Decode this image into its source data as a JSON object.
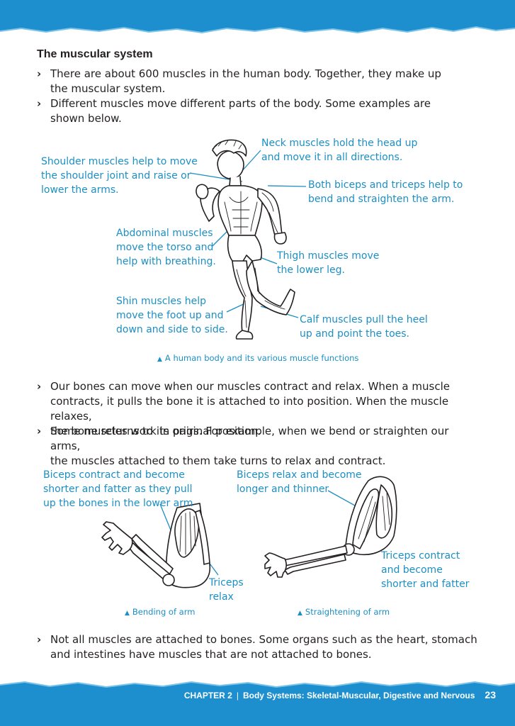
{
  "section_heading": "The muscular system",
  "bullets_top": [
    {
      "line1": "There are about 600 muscles in the human body. Together, they make up",
      "line2": "the muscular system."
    },
    {
      "line1": "Different muscles move different parts of the body. Some examples are",
      "line2": "shown below."
    }
  ],
  "figure1": {
    "labels": {
      "neck": [
        "Neck muscles hold the head up",
        "and move it in all directions."
      ],
      "shoulder": [
        "Shoulder muscles help to move",
        "the shoulder joint and raise or",
        "lower the arms."
      ],
      "biceps_triceps": [
        "Both biceps and triceps help to",
        "bend and straighten the arm."
      ],
      "abdominal": [
        "Abdominal muscles",
        "move the torso and",
        "help with breathing."
      ],
      "thigh": [
        "Thigh muscles move",
        "the lower leg."
      ],
      "shin": [
        "Shin muscles help",
        "move the foot up and",
        "down and side to side."
      ],
      "calf": [
        "Calf muscles pull the heel",
        "up and point the toes."
      ]
    },
    "caption": "A human body and its various muscle functions"
  },
  "bullets_middle": [
    {
      "line1": "Our bones can move when our muscles contract and relax. When a muscle",
      "line2": "contracts, it pulls the bone it is attached to into position. When the muscle relaxes,",
      "line3": "the bone returns to its original position."
    },
    {
      "line1": "Some muscles work in pairs. For example, when we bend or straighten our arms,",
      "line2": "the muscles attached to them take turns to relax and contract."
    }
  ],
  "figure2": {
    "bending": {
      "biceps_label": [
        "Biceps contract and become",
        "shorter and fatter as they pull",
        "up the bones in the lower arm"
      ],
      "triceps_label": [
        "Triceps",
        "relax"
      ],
      "caption": "Bending of arm"
    },
    "straightening": {
      "biceps_label": [
        "Biceps relax and  become",
        "longer and thinner"
      ],
      "triceps_label": [
        "Triceps contract",
        "and become",
        "shorter and fatter"
      ],
      "caption": "Straightening of arm"
    }
  },
  "bullet_bottom": {
    "line1": "Not all muscles are attached to bones. Some organs such as the heart, stomach",
    "line2": "and intestines have muscles that are not attached to bones."
  },
  "footer": {
    "chapter": "CHAPTER 2",
    "separator": "|",
    "title": "Body Systems: Skeletal-Muscular, Digestive and Nervous",
    "page_number": "23"
  },
  "colors": {
    "accent": "#1c8fc4",
    "band": "#1d8fcf",
    "text": "#231f20"
  },
  "icons": {
    "bullet": "chevron-right-icon",
    "caption_marker": "triangle-up-icon"
  }
}
